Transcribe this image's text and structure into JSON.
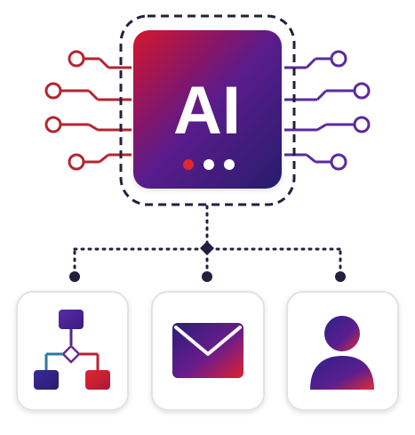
{
  "chip": {
    "label": "AI",
    "icon": "ai-chip-icon",
    "status_dot_colors": [
      "#e0282e",
      "#ffffff",
      "#ffffff"
    ]
  },
  "colors": {
    "gradient_red": "#d4172b",
    "gradient_purple": "#5a1a8c",
    "gradient_navy": "#271a6b",
    "left_lines": "#b3262f",
    "right_lines": "#5b2a9e",
    "connector_dots": "#23203f",
    "card_border": "#e2e2e6"
  },
  "cards": [
    {
      "name": "flowchart-card",
      "icon": "flowchart-icon"
    },
    {
      "name": "email-card",
      "icon": "envelope-icon"
    },
    {
      "name": "user-card",
      "icon": "user-icon"
    }
  ]
}
